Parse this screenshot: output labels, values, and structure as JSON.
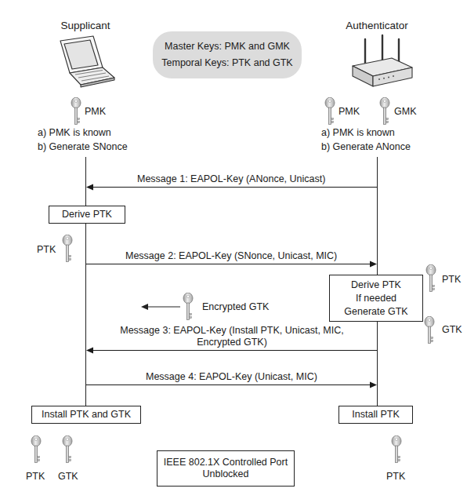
{
  "diagram": {
    "nodes": [
      {
        "text": [
          "Supplicant"
        ]
      },
      {
        "text": [
          "Master Keys: PMK and GMK",
          "Temporal Keys: PTK and GTK"
        ]
      },
      {
        "text": [
          "Authenticator"
        ]
      },
      {
        "text": [
          "Derive PTK"
        ]
      },
      {
        "text": [
          "Derive PTK",
          "If needed",
          "Generate GTK"
        ]
      },
      {
        "text": [
          "Install PTK and GTK"
        ]
      },
      {
        "text": [
          "Install PTK"
        ]
      },
      {
        "text": [
          "IEEE 802.1X Controlled Port Unblocked"
        ]
      }
    ],
    "edges": [
      {
        "from": 2,
        "to": 0,
        "label": "Message 1: EAPOL-Key (ANonce, Unicast)",
        "arrow": "to"
      },
      {
        "from": 0,
        "to": 2,
        "label": "Message 2: EAPOL-Key (SNonce, Unicast, MIC)",
        "arrow": "to"
      },
      {
        "from": 2,
        "to": 0,
        "label": "Message 3: EAPOL-Key (Install PTK, Unicast, MIC, Encrypted GTK)",
        "arrow": "to"
      },
      {
        "from": 0,
        "to": 2,
        "label": "Message 4: EAPOL-Key (Unicast, MIC)",
        "arrow": "to"
      }
    ],
    "labels": [
      "PMK",
      "PMK",
      "GMK",
      "a) PMK is known",
      "a) PMK is known",
      "b) Generate SNonce",
      "b) Generate ANonce",
      "PTK",
      "PTK",
      "Encrypted GTK",
      "GTK",
      "PTK",
      "GTK",
      "PTK"
    ]
  }
}
